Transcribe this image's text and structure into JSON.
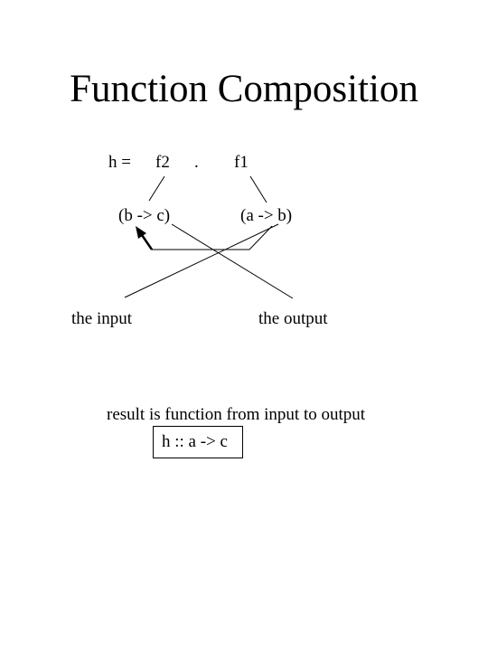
{
  "title": "Function Composition",
  "expression": {
    "lhs": "h =",
    "f2": "f2",
    "dot": ".",
    "f1": "f1"
  },
  "types": {
    "f2_type": "(b -> c)",
    "f1_type": "(a -> b)"
  },
  "labels": {
    "input": "the input",
    "output": "the output"
  },
  "result": {
    "caption": "result is function from input to output",
    "signature": "h :: a -> c"
  }
}
